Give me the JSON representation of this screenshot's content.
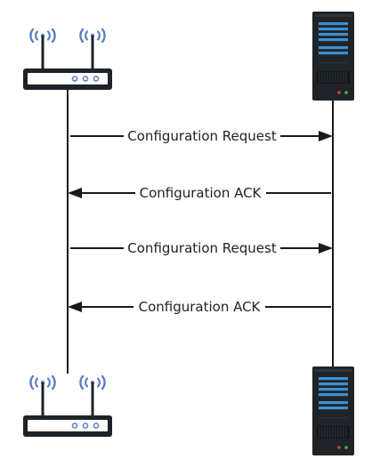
{
  "diagram": {
    "messages": [
      {
        "label": "Configuration Request",
        "direction": "right"
      },
      {
        "label": "Configuration ACK",
        "direction": "left"
      },
      {
        "label": "Configuration Request",
        "direction": "right"
      },
      {
        "label": "Configuration ACK",
        "direction": "left"
      }
    ],
    "participants": [
      {
        "icon": "wireless-router-icon",
        "kind": "router"
      },
      {
        "icon": "server-tower-icon",
        "kind": "server"
      }
    ],
    "colors": {
      "line": "#1a1a1a",
      "router_wave": "#5b7fc0",
      "router_body": "#1e2328",
      "router_led": "#5b7fc0",
      "server_body": "#1f2428",
      "server_slot": "#3d8fd0"
    }
  }
}
